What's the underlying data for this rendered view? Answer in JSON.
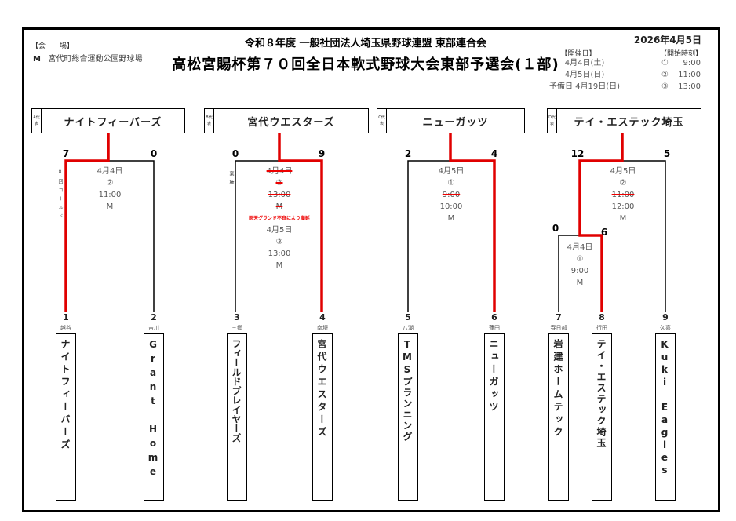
{
  "venue": {
    "label": "【会　　場】",
    "code": "M",
    "name": "宮代町総合運動公園野球場"
  },
  "title": {
    "line1": "令和８年度 一般社団法人埼玉県野球連盟 東部連合会",
    "line2": "高松宮賜杯第７０回全日本軟式野球大会東部予選会(１部)"
  },
  "doc_date": "2026年4月5日",
  "schedule": {
    "dates_label": "【開催日】",
    "dates": [
      "4月4日(土)",
      "4月5日(日)",
      "予備日 4月19日(日)"
    ],
    "times_label": "【開始時刻】",
    "times": [
      {
        "mark": "①",
        "time": "9:00"
      },
      {
        "mark": "②",
        "time": "11:00"
      },
      {
        "mark": "③",
        "time": "13:00"
      }
    ]
  },
  "blocks": [
    {
      "tag": "A代表",
      "rep": "ナイトフィーバーズ",
      "scores": [
        "7",
        "0"
      ],
      "note": "8回コールド",
      "info": [
        "4月4日",
        "②",
        "11:00",
        "M"
      ]
    },
    {
      "tag": "B代表",
      "rep": "宮代ウエスターズ",
      "scores": [
        "0",
        "9"
      ],
      "note": "棄権",
      "struck": [
        "4月4日",
        "③",
        "13:00",
        "M"
      ],
      "postpone": "雨天グランド不良により順延",
      "info": [
        "4月5日",
        "③",
        "13:00",
        "M"
      ]
    },
    {
      "tag": "C代表",
      "rep": "ニューガッツ",
      "scores": [
        "2",
        "4"
      ],
      "info": [
        "4月5日",
        "①"
      ],
      "struck_time": "9:00",
      "info2": [
        "10:00",
        "M"
      ]
    },
    {
      "tag": "D代表",
      "rep": "テイ・エステック埼玉",
      "scores": [
        "12",
        "5"
      ],
      "info": [
        "4月5日",
        "②"
      ],
      "struck_time": "11:00",
      "info2": [
        "12:00",
        "M"
      ],
      "first": {
        "scores": [
          "0",
          "6"
        ],
        "info": [
          "4月4日",
          "①",
          "9:00",
          "M"
        ]
      }
    }
  ],
  "teams": [
    {
      "num": "1",
      "city": "越谷",
      "name": "ナイトフィーバーズ"
    },
    {
      "num": "2",
      "city": "吉川",
      "name": "Grant Home"
    },
    {
      "num": "3",
      "city": "三郷",
      "name": "フィールドプレイヤーズ"
    },
    {
      "num": "4",
      "city": "南埼",
      "name": "宮代ウエスターズ"
    },
    {
      "num": "5",
      "city": "八潮",
      "name": "TMSプランニング"
    },
    {
      "num": "6",
      "city": "蓮田",
      "name": "ニューガッツ"
    },
    {
      "num": "7",
      "city": "春日部",
      "name": "岩建ホームテック"
    },
    {
      "num": "8",
      "city": "行田",
      "name": "テイ・エステック埼玉"
    },
    {
      "num": "9",
      "city": "久喜",
      "name": "Kuki Eagles"
    }
  ],
  "colors": {
    "win": "#e00000",
    "line": "#000000"
  }
}
